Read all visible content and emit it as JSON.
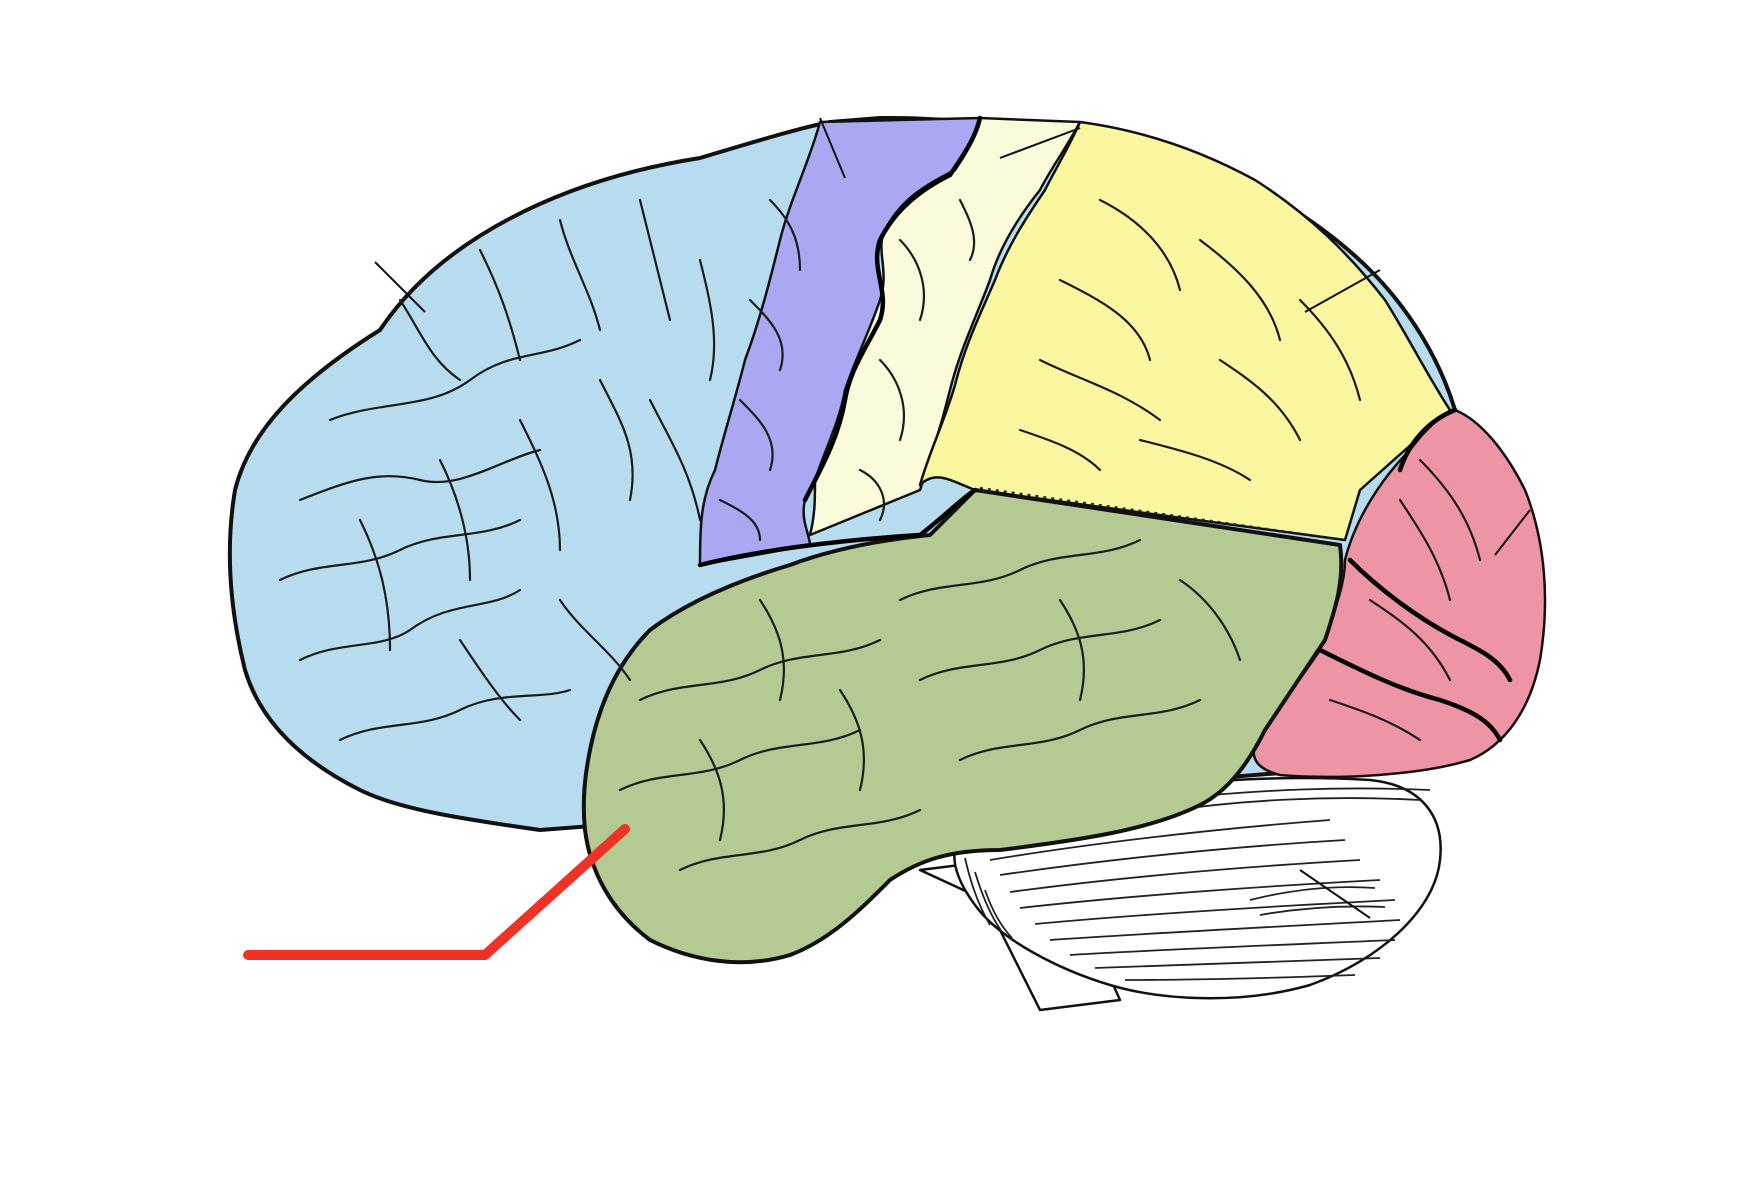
{
  "diagram": {
    "type": "brain-lobes-lateral-view",
    "regions": [
      {
        "key": "frontal",
        "color": "#b8dcef"
      },
      {
        "key": "motor",
        "color": "#aaa8f2"
      },
      {
        "key": "somatosensory",
        "color": "#fbfbdc"
      },
      {
        "key": "parietal",
        "color": "#fbf7a1"
      },
      {
        "key": "occipital",
        "color": "#ee95a5"
      },
      {
        "key": "temporal",
        "color": "#b4ca92"
      },
      {
        "key": "cerebellum",
        "color": "#ffffff"
      },
      {
        "key": "brainstem",
        "color": "#ffffff"
      }
    ],
    "pointer": {
      "color": "#ee3326",
      "target": "temporal"
    }
  }
}
